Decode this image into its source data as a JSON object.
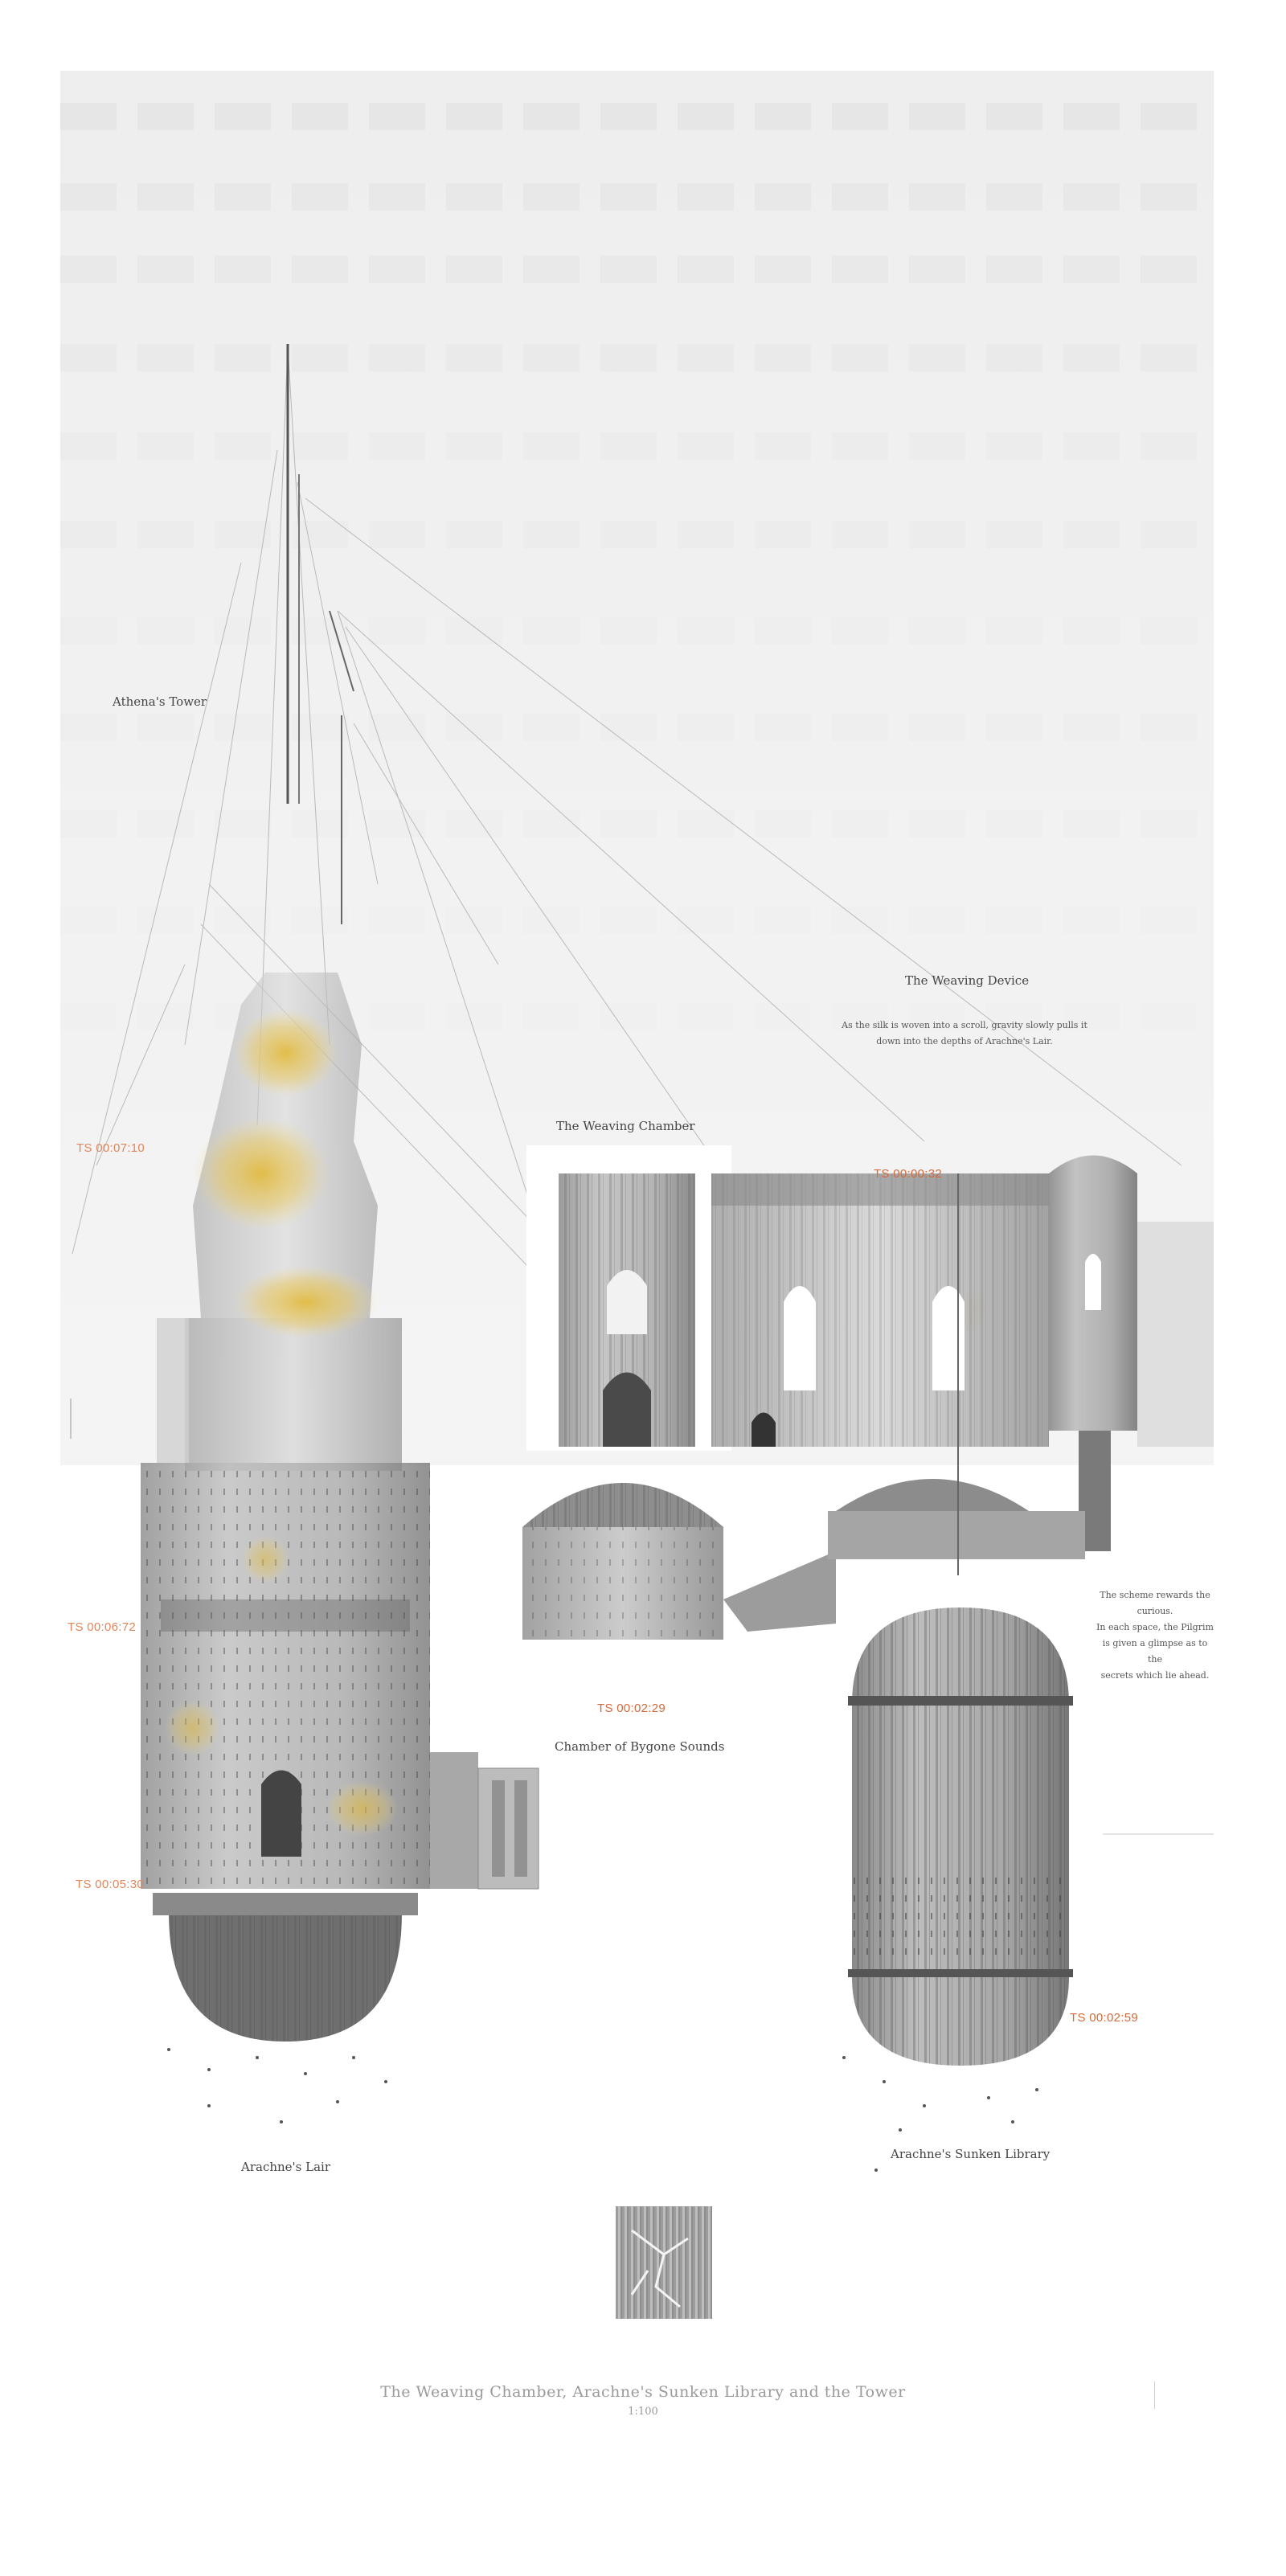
{
  "drawing": {
    "labels": {
      "athenas_tower": "Athena's Tower",
      "weaving_device": "The Weaving Device",
      "weaving_chamber": "The Weaving Chamber",
      "chamber_bygone_sounds": "Chamber of Bygone Sounds",
      "arachnes_lair": "Arachne's Lair",
      "sunken_library": "Arachne's Sunken Library"
    },
    "notes": {
      "weaving_device_line1": "As the silk is woven into a scroll, gravity slowly pulls it",
      "weaving_device_line2": "down into the depths of Arachne's Lair.",
      "scheme_line1": "The scheme rewards the",
      "scheme_line2": "curious.",
      "scheme_line3": "In each space, the Pilgrim",
      "scheme_line4": "is given a glimpse as to the",
      "scheme_line5": "secrets which lie ahead."
    },
    "timestamps": {
      "ts1": "TS 00:07:10",
      "ts2": "TS 00:00:32",
      "ts3": "TS 00:06:72",
      "ts4": "TS 00:02:29",
      "ts5": "TS 00:05:30",
      "ts6": "TS 00:02:59"
    }
  },
  "footer": {
    "title": "The Weaving Chamber, Arachne's Sunken Library and the Tower",
    "scale": "1:100"
  },
  "colors": {
    "timestamp": "#e0865a",
    "gold_leaf": "#e2b93a",
    "graphite": "#6b6b6b",
    "paper": "#f0f0f0"
  }
}
